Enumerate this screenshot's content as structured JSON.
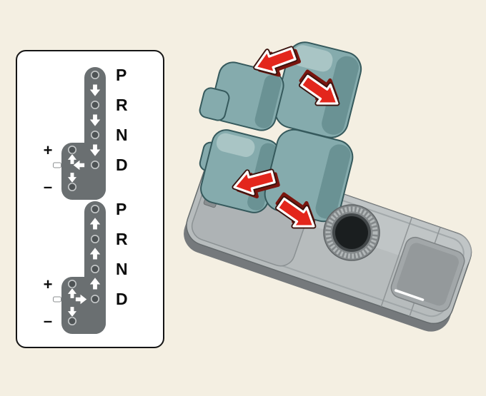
{
  "colors": {
    "page_background": "#f4efe2",
    "panel_background": "#ffffff",
    "panel_border": "#151515",
    "gate_gray": "#6a6f71",
    "gear_label_black": "#0d0d0d",
    "shift_arrow_white": "#ffffff",
    "red_arrow": "#e3261c",
    "red_arrow_dark": "#7a150e",
    "lever_teal": "#85abad",
    "console_gray": "#b7bcbd"
  },
  "shift_panel": {
    "diagrams": [
      {
        "id": "downshift-pattern",
        "positions": [
          "P",
          "R",
          "N",
          "D"
        ],
        "plus_label": "+",
        "minus_label": "–",
        "gate_arrows_direction": "down",
        "manual_gate_arrow": "left"
      },
      {
        "id": "upshift-pattern",
        "positions": [
          "P",
          "R",
          "N",
          "D"
        ],
        "plus_label": "+",
        "minus_label": "–",
        "gate_arrows_direction": "up",
        "manual_gate_arrow": "right"
      }
    ]
  },
  "illustration": {
    "id": "gear-selector-console",
    "red_arrow_icons": [
      "red-arrow-up-left",
      "red-arrow-down-right",
      "red-arrow-left",
      "red-arrow-down-right-2"
    ],
    "parts": [
      "shifter-lever",
      "center-console",
      "rotary-dial",
      "console-tray"
    ]
  }
}
